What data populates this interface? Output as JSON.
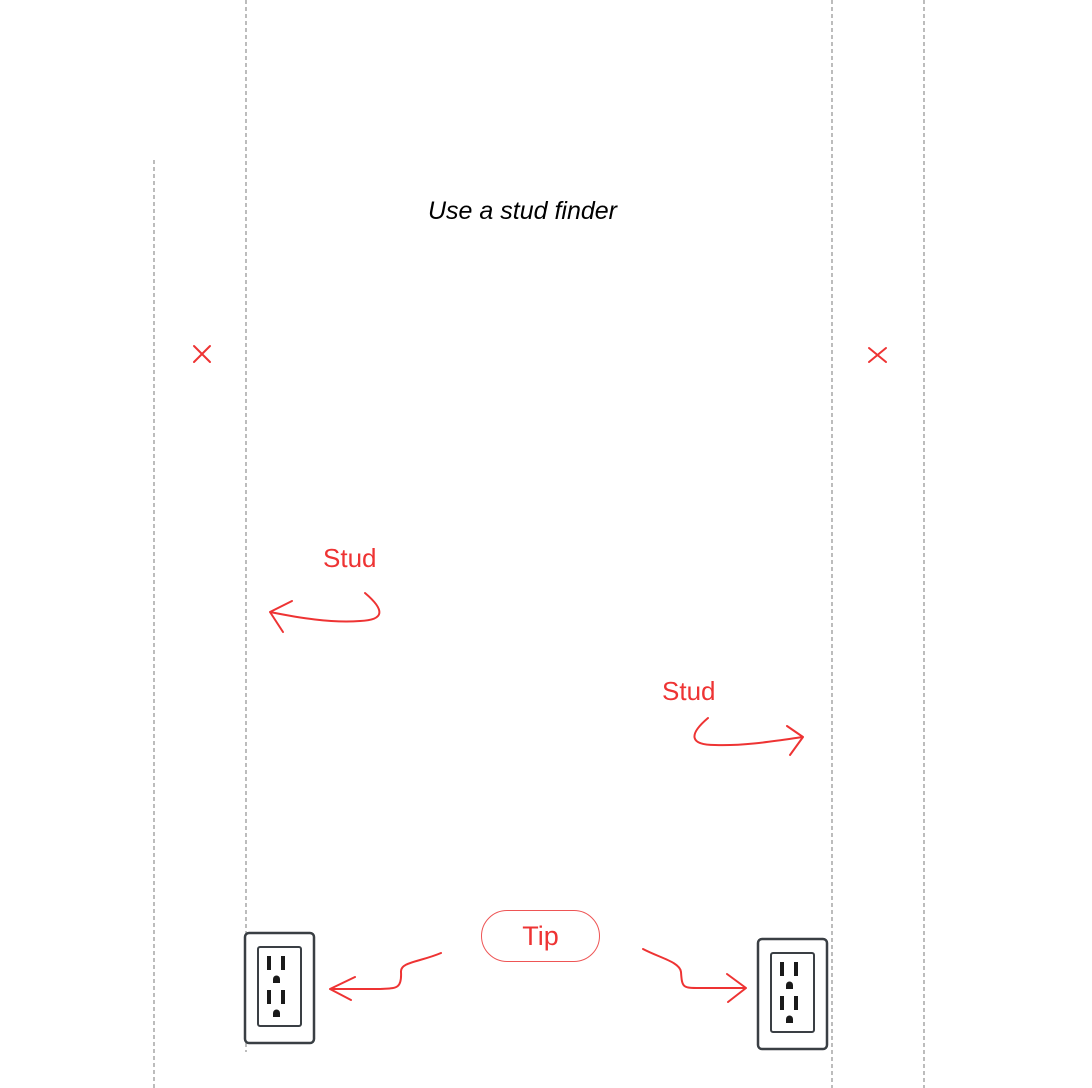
{
  "title": "Use a stud finder",
  "labels": {
    "stud_left": "Stud",
    "stud_right": "Stud",
    "tip": "Tip"
  },
  "colors": {
    "annotation": "#ee3333",
    "guide_line": "#999999",
    "outlet": "#3a3f44"
  }
}
